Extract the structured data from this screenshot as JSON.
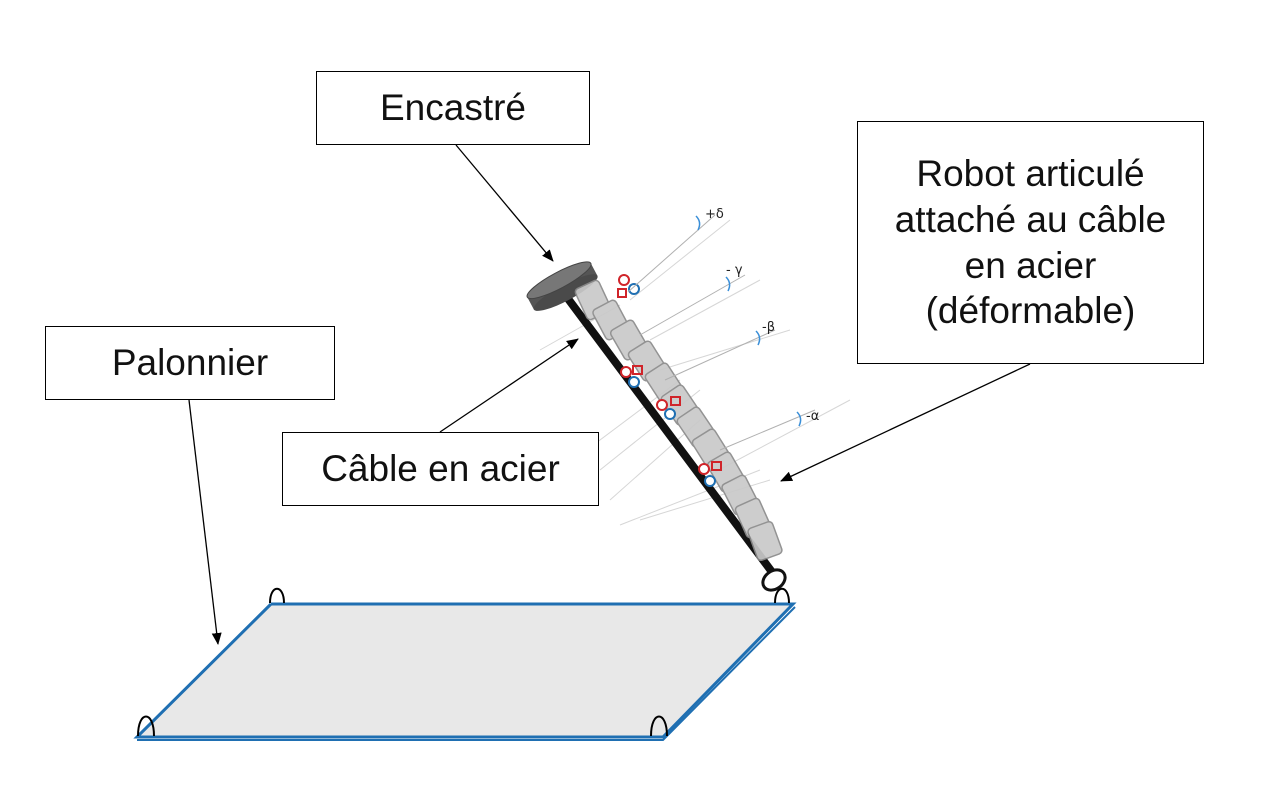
{
  "labels": {
    "encastre": "Encastré",
    "palonnier": "Palonnier",
    "cable": "Câble en acier",
    "robot_lines": [
      "Robot articulé",
      "attaché au câble",
      "en acier",
      "(déformable)"
    ]
  },
  "angles": {
    "delta": "+δ",
    "gamma": "- γ",
    "beta": "-β",
    "alpha": "-α"
  },
  "colors": {
    "plate_fill": "#e8e8e8",
    "plate_edge": "#1f6fb2",
    "cable": "#111111",
    "robot_segments": "#c9c9c9",
    "actuator_red": "#d0242a",
    "actuator_blue": "#1f6fb2",
    "angle_arc": "#3a8fd8"
  }
}
